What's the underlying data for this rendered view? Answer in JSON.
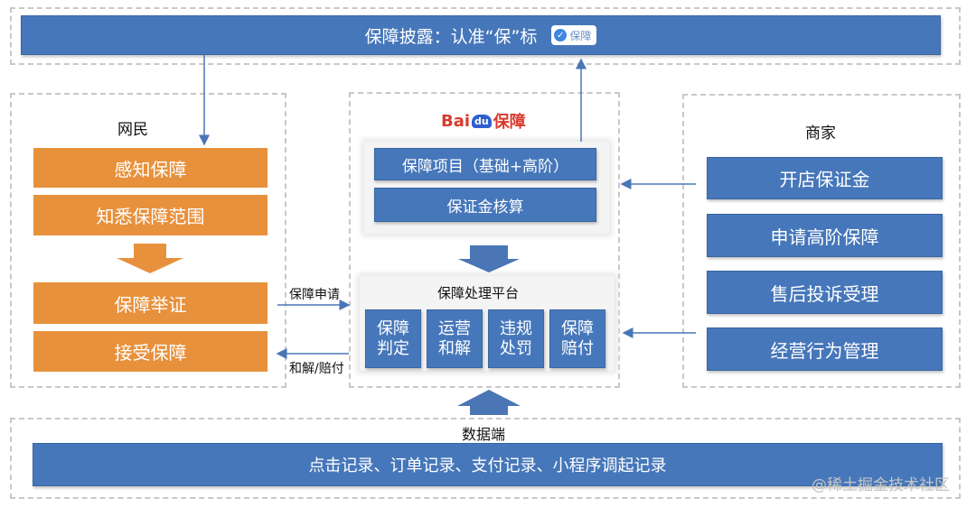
{
  "top_banner": {
    "text": "保障披露：认准“保”标",
    "badge_text": "保障"
  },
  "netizen": {
    "title": "网民",
    "items": [
      "感知保障",
      "知悉保障范围",
      "保障举证",
      "接受保障"
    ]
  },
  "center": {
    "logo_text": "Bai",
    "logo_paw": "du",
    "logo_suffix": "保障",
    "project_items": [
      "保障项目（基础+高阶）",
      "保证金核算"
    ],
    "platform_title": "保障处理平台",
    "platform_cells": [
      {
        "line1": "保障",
        "line2": "判定"
      },
      {
        "line1": "运营",
        "line2": "和解"
      },
      {
        "line1": "违规",
        "line2": "处罚"
      },
      {
        "line1": "保障",
        "line2": "赔付"
      }
    ]
  },
  "merchant": {
    "title": "商家",
    "items": [
      "开店保证金",
      "申请高阶保障",
      "售后投诉受理",
      "经营行为管理"
    ]
  },
  "arrows": {
    "apply_label": "保障申请",
    "settle_label": "和解/赔付"
  },
  "data_end": {
    "label": "数据端",
    "text": "点击记录、订单记录、支付记录、小程序调起记录"
  },
  "watermark": "@稀土掘金技术社区",
  "colors": {
    "blue": "#4677ba",
    "orange": "#e8913c",
    "arrow": "#4a76b6",
    "logo_red": "#d93a2e"
  }
}
